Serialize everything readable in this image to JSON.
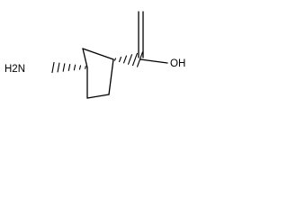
{
  "molecule": {
    "atoms": {
      "amine": "H2N",
      "hydroxyl": "OH",
      "carbonyl_oxygen": ""
    },
    "stereo_bonds": [
      "hashed-wedge-to-amine",
      "hashed-wedge-to-carboxyl"
    ]
  }
}
